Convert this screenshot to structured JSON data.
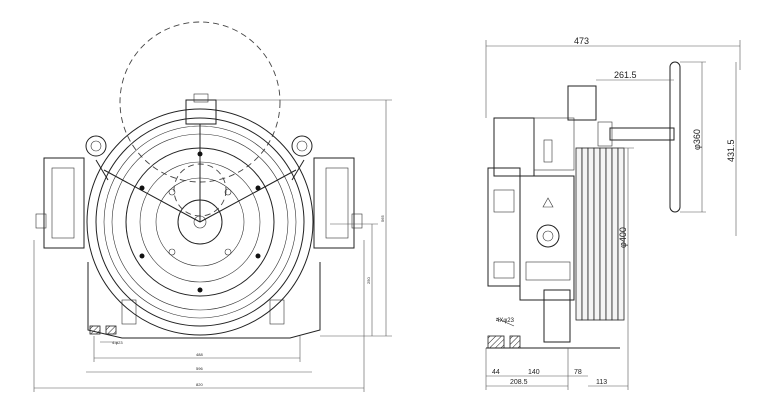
{
  "front_view": {
    "dims": {
      "total_width": "820",
      "mount_width": "596",
      "bolt_span": "488",
      "height_upper": "565",
      "height_lower": "250",
      "bolt_holes": "4-φ23"
    }
  },
  "side_view": {
    "dims": {
      "total_depth": "473",
      "handwheel_offset": "261.5",
      "handwheel_dia": "φ360",
      "overall_height": "431.5",
      "sheave_dia": "φ400",
      "holes": "4Xφ23",
      "d44": "44",
      "d140": "140",
      "d78": "78",
      "d208": "208.5",
      "d113": "113"
    }
  }
}
